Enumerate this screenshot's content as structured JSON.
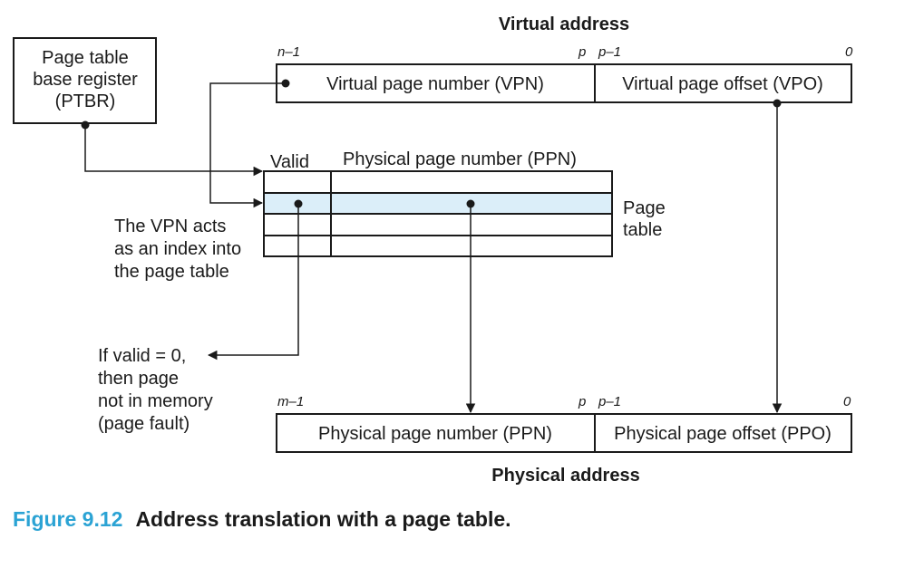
{
  "ptbr": {
    "line1": "Page table",
    "line2": "base register",
    "line3": "(PTBR)"
  },
  "virtual_address": {
    "title": "Virtual address",
    "bit_high": "n–1",
    "bit_p": "p",
    "bit_p_minus_1": "p–1",
    "bit_zero": "0",
    "vpn_label": "Virtual page number (VPN)",
    "vpo_label": "Virtual page offset (VPO)"
  },
  "page_table": {
    "valid_header": "Valid",
    "ppn_header": "Physical page number (PPN)",
    "side_label_1": "Page",
    "side_label_2": "table",
    "highlight_color": "#dbeef9"
  },
  "vpn_note": {
    "line1": "The VPN acts",
    "line2": "as an index into",
    "line3": "the page table"
  },
  "fault_note": {
    "line1": "If valid = 0,",
    "line2": "then page",
    "line3": "not in memory",
    "line4": "(page fault)"
  },
  "physical_address": {
    "title": "Physical address",
    "bit_high": "m–1",
    "bit_p": "p",
    "bit_p_minus_1": "p–1",
    "bit_zero": "0",
    "ppn_label": "Physical page number (PPN)",
    "ppo_label": "Physical page offset (PPO)"
  },
  "caption": {
    "number": "Figure 9.12",
    "text": "Address translation with a page table."
  }
}
